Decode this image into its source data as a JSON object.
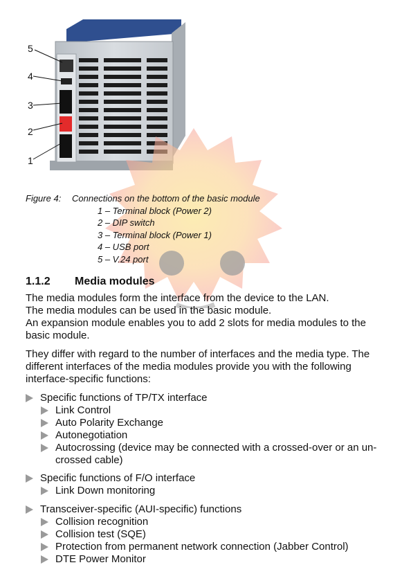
{
  "figure": {
    "callouts": [
      "5",
      "4",
      "3",
      "2",
      "1"
    ],
    "caption_label": "Figure 4:",
    "caption_title": "Connections on the bottom of the basic module",
    "caption_items": [
      "1 – Terminal block (Power 2)",
      "2 – DIP switch",
      "3 – Terminal block (Power 1)",
      "4 – USB port",
      "5 – V.24 port"
    ]
  },
  "section": {
    "number": "1.1.2",
    "title": "Media modules"
  },
  "paragraphs": {
    "intro": [
      "The media modules form the interface from the device to the LAN.",
      "The media modules can be used in the basic module.",
      "An expansion module enables you to add 2 slots for media modules to the basic module."
    ],
    "differ": "They differ with regard to the number of interfaces and the media type. The different interfaces of the media modules provide you with the following interface-specific functions:"
  },
  "lists": [
    {
      "label": "Specific functions of TP/TX interface",
      "items": [
        "Link Control",
        "Auto Polarity Exchange",
        "Autonegotiation",
        "Autocrossing (device may be connected with a crossed-over or an un-crossed cable)"
      ]
    },
    {
      "label": "Specific functions of F/O interface",
      "items": [
        "Link Down monitoring"
      ]
    },
    {
      "label": "Transceiver-specific (AUI-specific) functions",
      "items": [
        "Collision recognition",
        "Collision test (SQE)",
        "Protection from permanent network connection (Jabber Control)",
        "DTE Power Monitor"
      ]
    }
  ],
  "colors": {
    "bullet": "#9a9a9a",
    "device_body": "#c9ced3",
    "device_top": "#2f4f8f"
  }
}
